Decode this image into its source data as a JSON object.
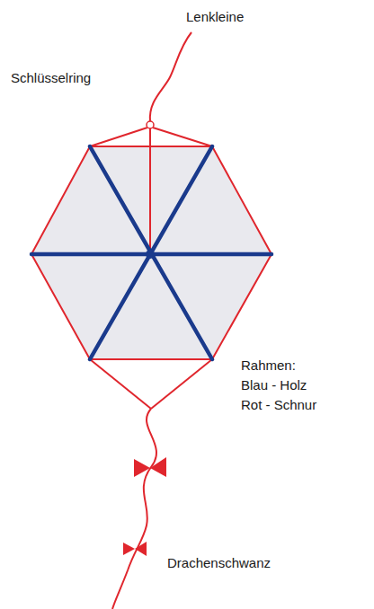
{
  "diagram": {
    "labels": [
      "Lenkleine",
      "Schlüsselring",
      "Rahmen:",
      "Blau - Holz",
      "Rot - Schnur",
      "Drachenschwanz"
    ]
  }
}
